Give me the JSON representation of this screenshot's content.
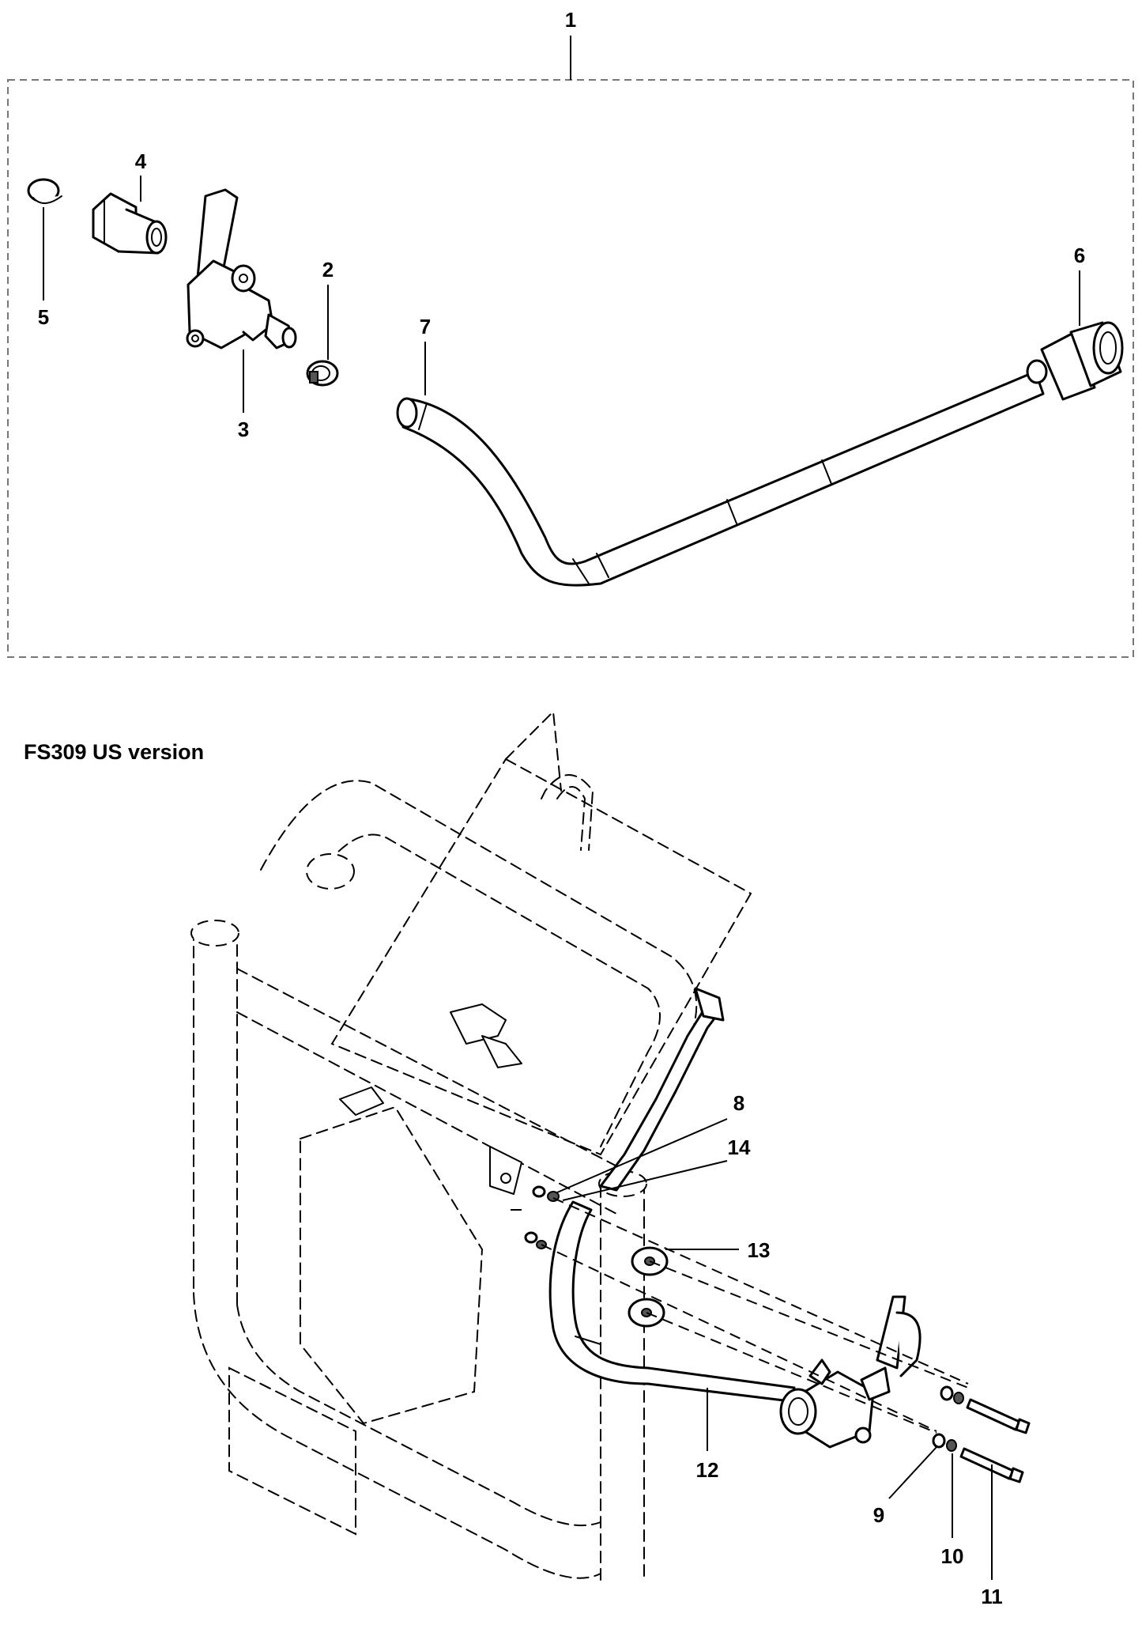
{
  "section_title": "FS309 US version",
  "callouts": {
    "c1": "1",
    "c2": "2",
    "c3": "3",
    "c4": "4",
    "c5": "5",
    "c6": "6",
    "c7": "7",
    "c8": "8",
    "c9": "9",
    "c10": "10",
    "c11": "11",
    "c12": "12",
    "c13": "13",
    "c14": "14"
  }
}
